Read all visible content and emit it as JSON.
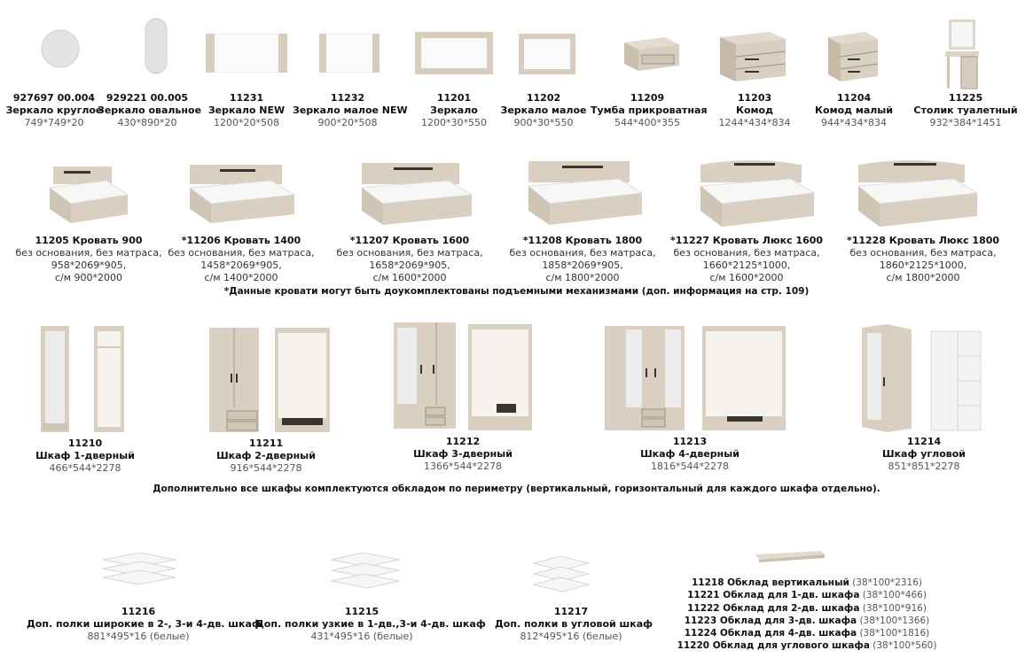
{
  "mirrors": [
    {
      "code": "927697 00.004",
      "name": "Зеркало круглое",
      "dims": "749*749*20"
    },
    {
      "code": "929221 00.005",
      "name": "Зеркало овальное",
      "dims": "430*890*20"
    },
    {
      "code": "11231",
      "name": "Зеркало NEW",
      "dims": "1200*20*508"
    },
    {
      "code": "11232",
      "name": "Зеркало малое NEW",
      "dims": "900*20*508"
    },
    {
      "code": "11201",
      "name": "Зеркало",
      "dims": "1200*30*550"
    },
    {
      "code": "11202",
      "name": "Зеркало малое",
      "dims": "900*30*550"
    },
    {
      "code": "11209",
      "name": "Тумба прикроватная",
      "dims": "544*400*355"
    },
    {
      "code": "11203",
      "name": "Комод",
      "dims": "1244*434*834"
    },
    {
      "code": "11204",
      "name": "Комод малый",
      "dims": "944*434*834"
    },
    {
      "code": "11225",
      "name": "Столик туалетный",
      "dims": "932*384*1451"
    }
  ],
  "beds": [
    {
      "title": "11205 Кровать 900",
      "desc": "без основания, без матраса,",
      "dims": "958*2069*905,",
      "mattress": "с/м 900*2000"
    },
    {
      "title": "*11206 Кровать 1400",
      "desc": "без основания, без матраса,",
      "dims": "1458*2069*905,",
      "mattress": "с/м 1400*2000"
    },
    {
      "title": "*11207 Кровать 1600",
      "desc": "без основания, без матраса,",
      "dims": "1658*2069*905,",
      "mattress": "с/м 1600*2000"
    },
    {
      "title": "*11208 Кровать 1800",
      "desc": "без основания, без матраса,",
      "dims": "1858*2069*905,",
      "mattress": "с/м 1800*2000"
    },
    {
      "title": "*11227 Кровать Люкс 1600",
      "desc": "без основания, без матраса,",
      "dims": "1660*2125*1000,",
      "mattress": "с/м 1600*2000"
    },
    {
      "title": "*11228 Кровать Люкс 1800",
      "desc": "без основания, без матраса,",
      "dims": "1860*2125*1000,",
      "mattress": "с/м 1800*2000"
    }
  ],
  "bed_note": "*Данные кровати могут быть доукомплектованы подъемными механизмами (доп. информация на стр. 109)",
  "wardrobes": [
    {
      "code": "11210",
      "name": "Шкаф 1-дверный",
      "dims": "466*544*2278"
    },
    {
      "code": "11211",
      "name": "Шкаф 2-дверный",
      "dims": "916*544*2278"
    },
    {
      "code": "11212",
      "name": "Шкаф 3-дверный",
      "dims": "1366*544*2278"
    },
    {
      "code": "11213",
      "name": "Шкаф 4-дверный",
      "dims": "1816*544*2278"
    },
    {
      "code": "11214",
      "name": "Шкаф угловой",
      "dims": "851*851*2278"
    }
  ],
  "wardrobe_note": "Дополнительно все шкафы  комплектуются обкладом по периметру (вертикальный, горизонтальный для каждого шкафа отдельно).",
  "shelves": [
    {
      "code": "11216",
      "name": "Доп. полки широкие в 2-, 3-и 4-дв. шкаф",
      "dims": "881*495*16 (белые)"
    },
    {
      "code": "11215",
      "name": "Доп. полки узкие в 1-дв.,3-и 4-дв. шкаф",
      "dims": "431*495*16 (белые)"
    },
    {
      "code": "11217",
      "name": "Доп. полки в угловой шкаф",
      "dims": "812*495*16 (белые)"
    }
  ],
  "covers": [
    {
      "label": "11218  Обклад вертикальный",
      "dims": "(38*100*2316)"
    },
    {
      "label": "11221 Обклад для 1-дв.   шкафа",
      "dims": "(38*100*466)"
    },
    {
      "label": "11222 Обклад для 2-дв. шкафа",
      "dims": "(38*100*916)"
    },
    {
      "label": "11223 Обклад для 3-дв. шкафа",
      "dims": "(38*100*1366)"
    },
    {
      "label": "11224 Обклад для 4-дв. шкафа",
      "dims": "(38*100*1816)"
    },
    {
      "label": "11220 Обклад для углового шкафа",
      "dims": "(38*100*560)"
    }
  ],
  "colors": {
    "wood": "#d9d1c4",
    "wood_dark": "#b9ae9d",
    "mirror": "#e8e8e8",
    "white": "#f2f2f0",
    "accent": "#3a3430"
  }
}
